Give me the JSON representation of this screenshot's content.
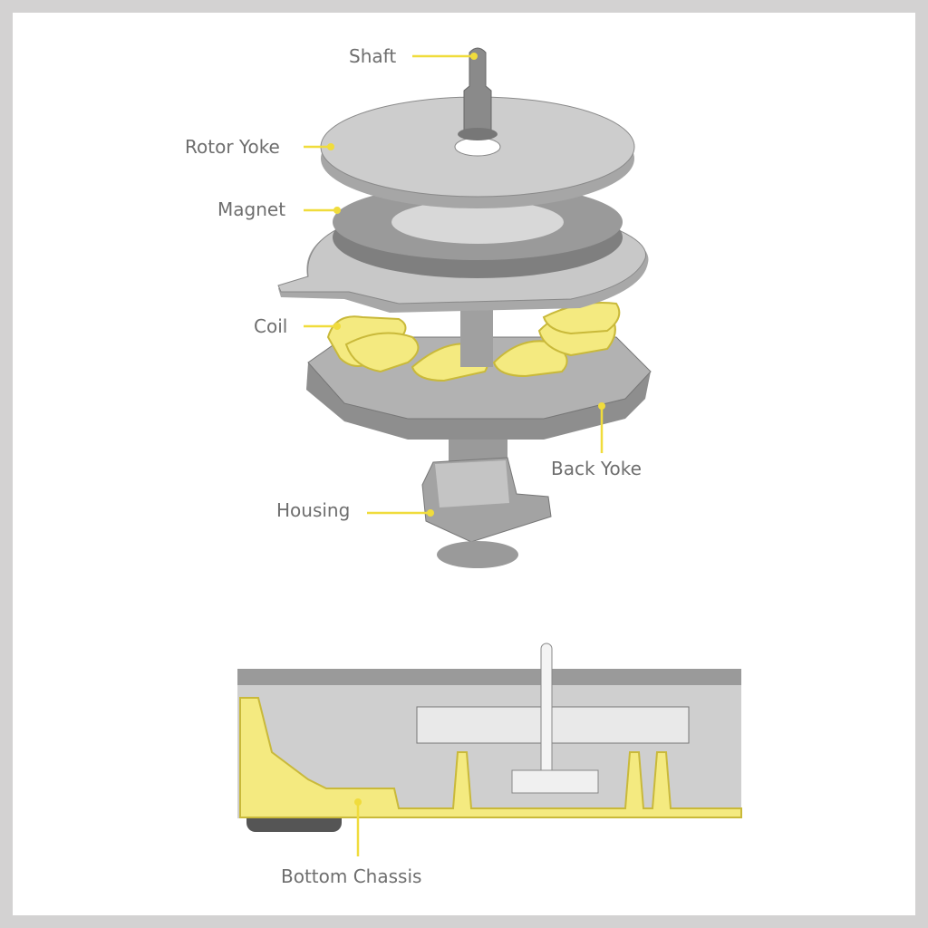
{
  "diagram": {
    "labels": {
      "shaft": "Shaft",
      "rotor_yoke": "Rotor Yoke",
      "magnet": "Magnet",
      "coil": "Coil",
      "back_yoke": "Back Yoke",
      "housing": "Housing",
      "bottom_chassis": "Bottom Chassis"
    },
    "colors": {
      "highlight": "#f0dc3c",
      "label_text": "#6e6e6e",
      "part_light": "#c9c9c9",
      "part_dark": "#8c8c8c"
    }
  }
}
